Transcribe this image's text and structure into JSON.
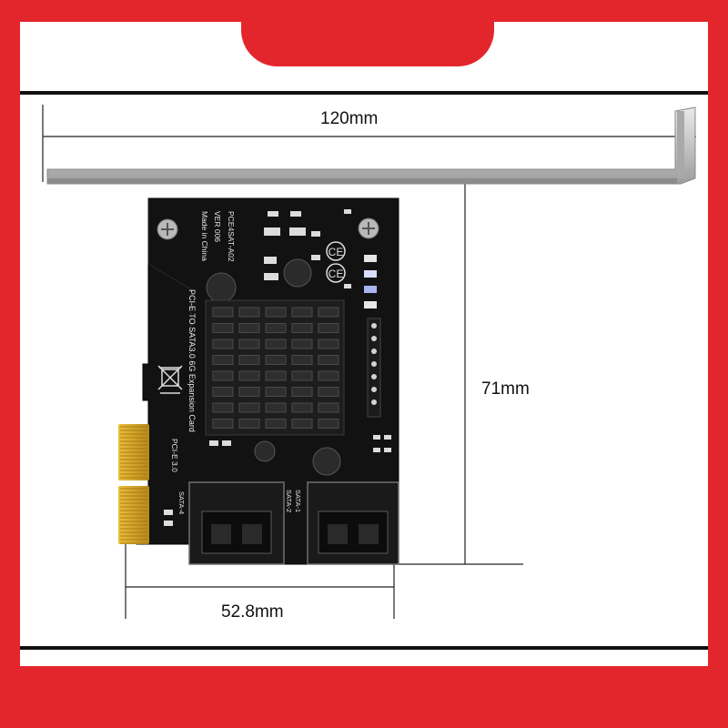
{
  "dimensions": {
    "width_label": "120mm",
    "height_label": "71mm",
    "connector_label": "52.8mm"
  },
  "board_text": {
    "model": "PCE4SAT-A02",
    "version": "VER 006",
    "origin": "Made in China",
    "description": "PCI-E TO SATA3.0 6G Expansion Card",
    "interface": "PCI-E 3.0",
    "port_1": "SATA-1",
    "port_2": "SATA-2",
    "port_4": "SATA-4",
    "ce_mark": "CE"
  },
  "colors": {
    "background_red": "#e3262c",
    "panel_white": "#ffffff",
    "pcb_black": "#121212",
    "gold_contacts": "#d4a51c",
    "bracket_silver": "#c9c9c9"
  }
}
